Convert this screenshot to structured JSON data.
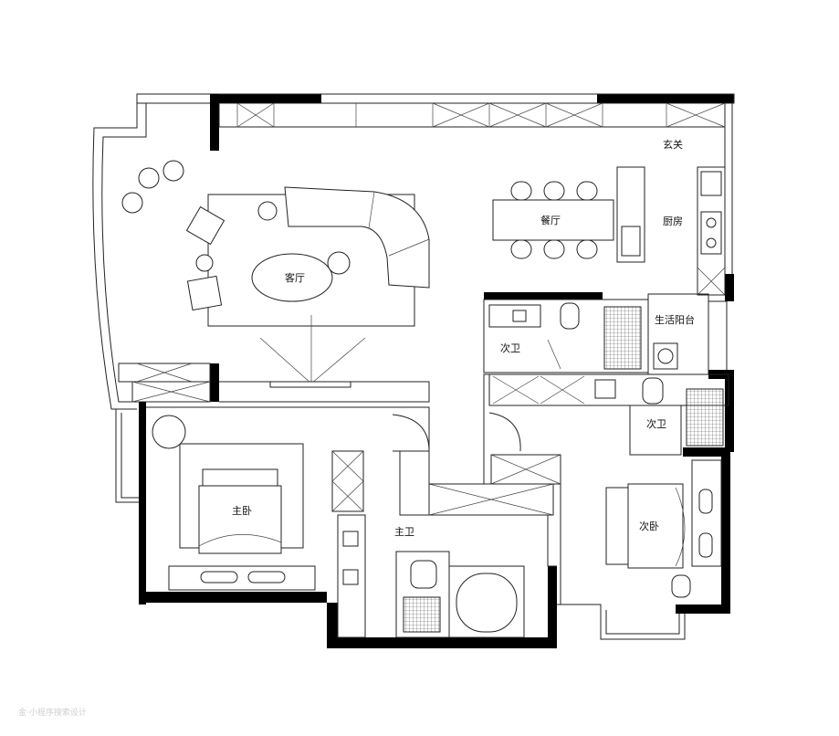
{
  "rooms": {
    "entrance": "玄关",
    "dining": "餐厅",
    "kitchen": "厨房",
    "living": "客厅",
    "utility_balcony": "生活阳台",
    "guest_bath_1": "次卫",
    "guest_bath_2": "次卫",
    "master_bedroom": "主卧",
    "master_bath": "主卫",
    "second_bedroom": "次卧"
  },
  "watermark": "金·小程序搜索设计"
}
